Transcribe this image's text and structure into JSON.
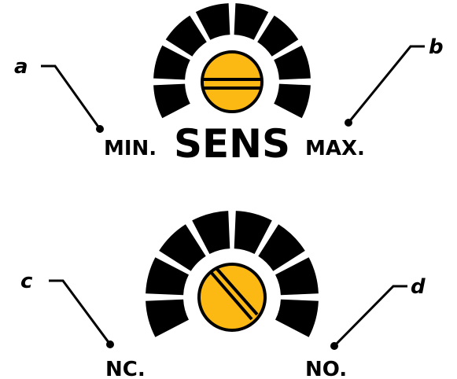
{
  "dial_top": {
    "knob_color": "#FDB913",
    "slot_orientation": "horizontal",
    "center_label": "SENS",
    "left_label": "MIN.",
    "right_label": "MAX.",
    "left_letter": "a",
    "right_letter": "b"
  },
  "dial_bottom": {
    "knob_color": "#FDB913",
    "slot_orientation": "diagonal",
    "left_label": "NC.",
    "right_label": "NO.",
    "left_letter": "c",
    "right_letter": "d"
  },
  "colors": {
    "segment": "#000000",
    "knob_outline": "#000000",
    "background": "#ffffff"
  }
}
